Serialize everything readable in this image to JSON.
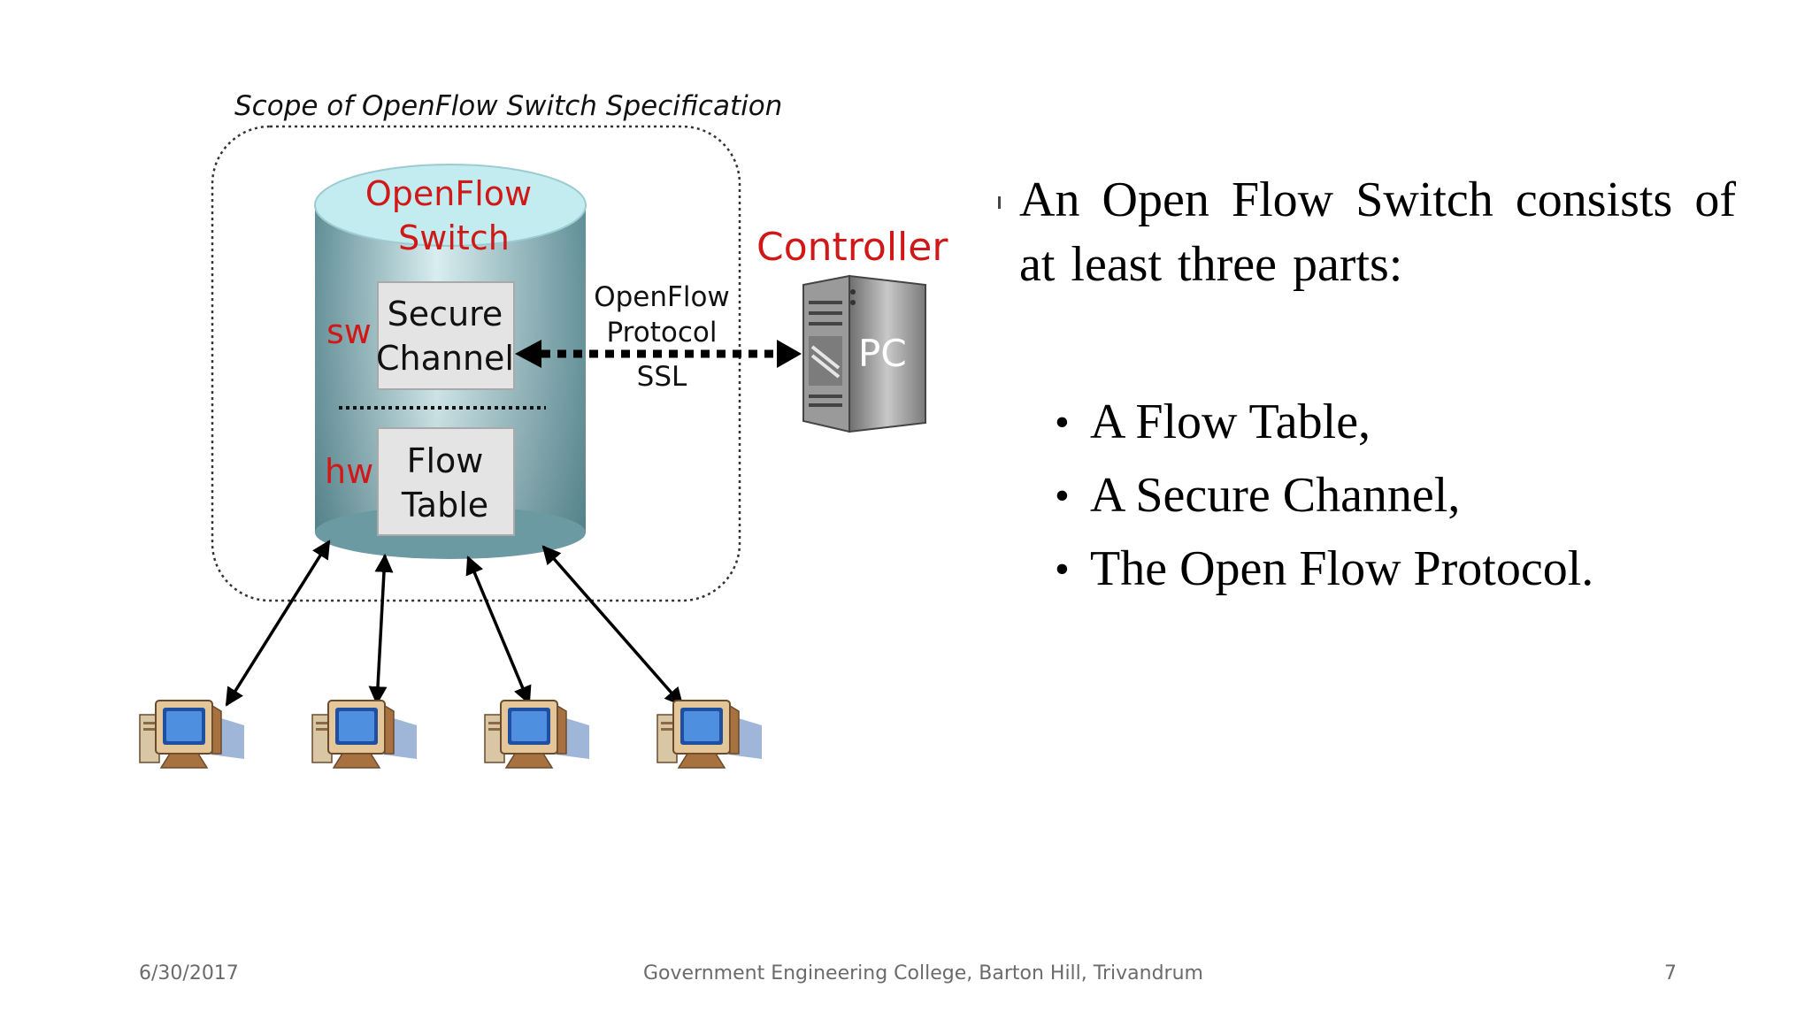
{
  "diagram": {
    "scope_label": "Scope of OpenFlow Switch Specification",
    "switch_title_line1": "OpenFlow",
    "switch_title_line2": "Switch",
    "sw_label": "sw",
    "hw_label": "hw",
    "secure_channel_line1": "Secure",
    "secure_channel_line2": "Channel",
    "flow_table_line1": "Flow",
    "flow_table_line2": "Table",
    "protocol_line1": "OpenFlow",
    "protocol_line2": "Protocol",
    "protocol_line3": "SSL",
    "controller_label": "Controller",
    "pc_label": "PC",
    "host_count": 4
  },
  "content": {
    "lead": "An Open Flow Switch consists of at least three parts:",
    "items": [
      "A Flow  Table,",
      "A Secure  Channel,",
      "The Open Flow  Protocol."
    ]
  },
  "footer": {
    "date": "6/30/2017",
    "college": "Government  Engineering College, Barton Hill, Trivandrum",
    "page": "7"
  },
  "colors": {
    "red": "#d01818",
    "cylinder_top": "#c2ecef",
    "cylinder_body": "#6e9ea6"
  }
}
